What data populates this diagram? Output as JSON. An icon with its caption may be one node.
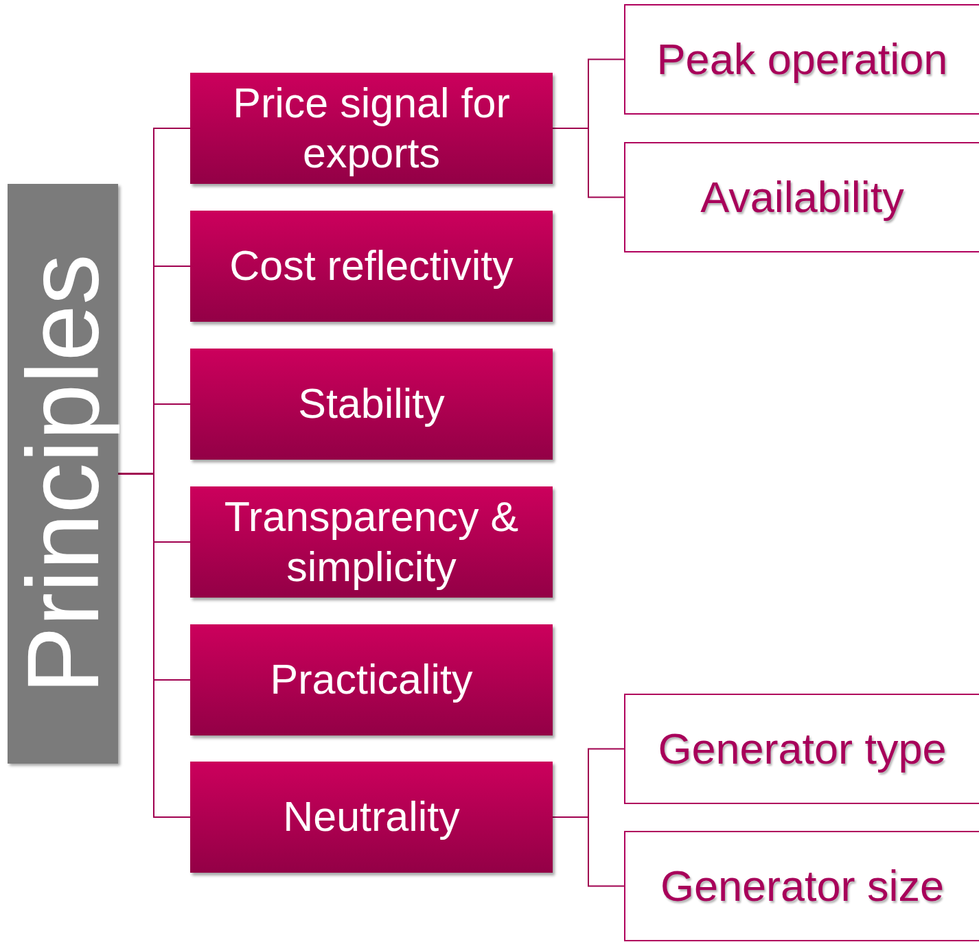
{
  "diagram": {
    "nodes": [
      {
        "text": [
          "Principles"
        ]
      },
      {
        "text": [
          "Price signal for exports"
        ]
      },
      {
        "text": [
          "Cost reflectivity"
        ]
      },
      {
        "text": [
          "Stability"
        ]
      },
      {
        "text": [
          "Transparency & simplicity"
        ]
      },
      {
        "text": [
          "Practicality"
        ]
      },
      {
        "text": [
          "Neutrality"
        ]
      },
      {
        "text": [
          "Peak operation"
        ]
      },
      {
        "text": [
          "Availability"
        ]
      },
      {
        "text": [
          "Generator type"
        ]
      },
      {
        "text": [
          "Generator size"
        ]
      }
    ],
    "edges": [
      {
        "from": 0,
        "to": 1,
        "arrow": "none"
      },
      {
        "from": 0,
        "to": 2,
        "arrow": "none"
      },
      {
        "from": 0,
        "to": 3,
        "arrow": "none"
      },
      {
        "from": 0,
        "to": 4,
        "arrow": "none"
      },
      {
        "from": 0,
        "to": 5,
        "arrow": "none"
      },
      {
        "from": 0,
        "to": 6,
        "arrow": "none"
      },
      {
        "from": 1,
        "to": 7,
        "arrow": "none"
      },
      {
        "from": 1,
        "to": 8,
        "arrow": "none"
      },
      {
        "from": 6,
        "to": 9,
        "arrow": "none"
      },
      {
        "from": 6,
        "to": 10,
        "arrow": "none"
      }
    ]
  }
}
